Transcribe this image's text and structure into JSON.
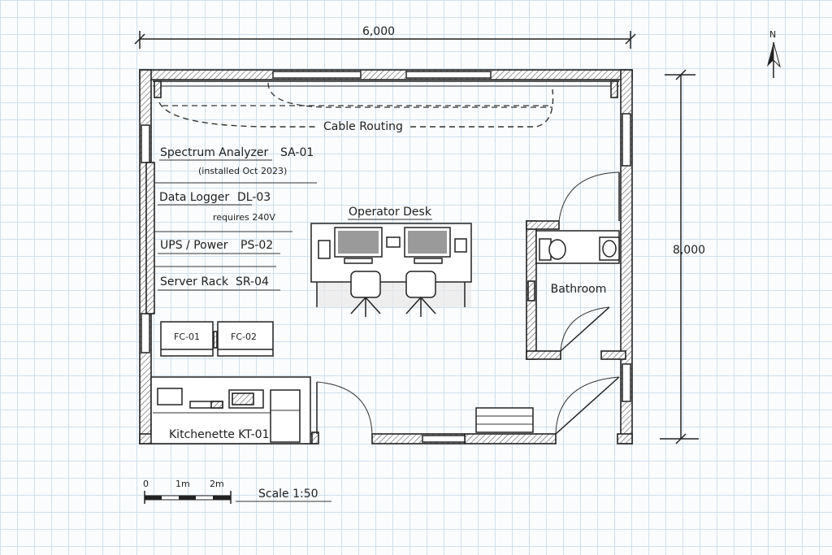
{
  "dimensions": {
    "width": "6,000",
    "height": "8,000"
  },
  "north": "N",
  "labels": {
    "cable_routing": "Cable Routing",
    "spectrum_analyzer": "Spectrum Analyzer",
    "spectrum_analyzer_id": "SA-01",
    "spectrum_analyzer_note": "(installed Oct 2023)",
    "data_logger": "Data Logger",
    "data_logger_id": "DL-03",
    "data_logger_note": "requires 240V",
    "ups": "UPS / Power",
    "ups_id": "PS-02",
    "server_rack": "Server Rack",
    "server_rack_id": "SR-04",
    "fc1": "FC-01",
    "fc2": "FC-02",
    "kitchenette": "Kitchenette KT-01",
    "operator_desk": "Operator Desk",
    "bathroom": "Bathroom"
  },
  "scale_bar": {
    "ticks": [
      "0",
      "1m",
      "2m"
    ],
    "scale": "Scale 1:50"
  }
}
